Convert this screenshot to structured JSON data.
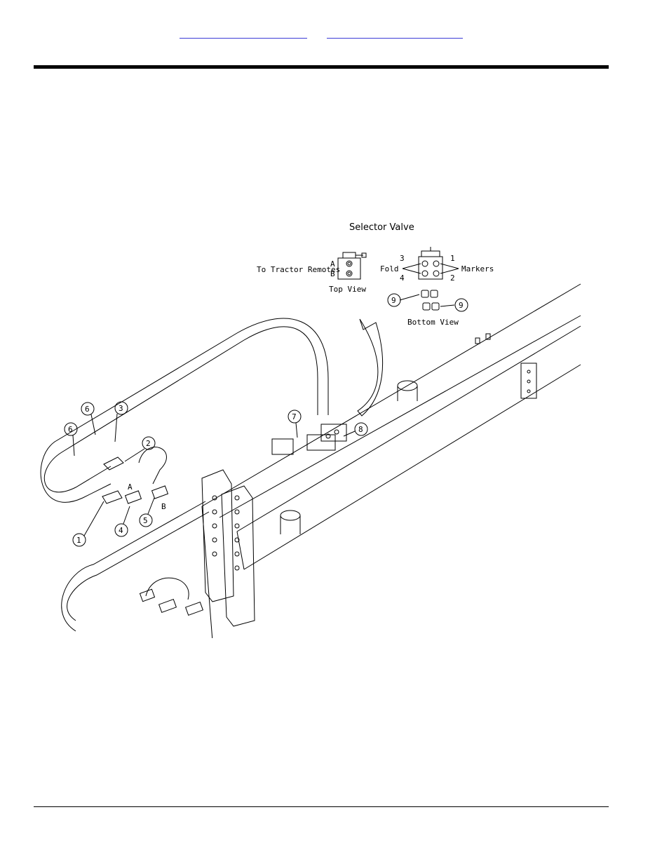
{
  "header": {
    "link_1": "",
    "link_2": ""
  },
  "figure": {
    "title": "Selector Valve",
    "remotes_label": "To Tractor Remotes",
    "port_a": "A",
    "port_b": "B",
    "top_view": "Top View",
    "bottom_view": "Bottom View",
    "fold": "Fold",
    "markers": "Markers",
    "port_1": "1",
    "port_2": "2",
    "port_3": "3",
    "port_4": "4",
    "callouts": [
      "1",
      "2",
      "3",
      "4",
      "5",
      "6",
      "6",
      "7",
      "8",
      "9",
      "9"
    ],
    "hose_a": "A",
    "hose_b": "B"
  }
}
